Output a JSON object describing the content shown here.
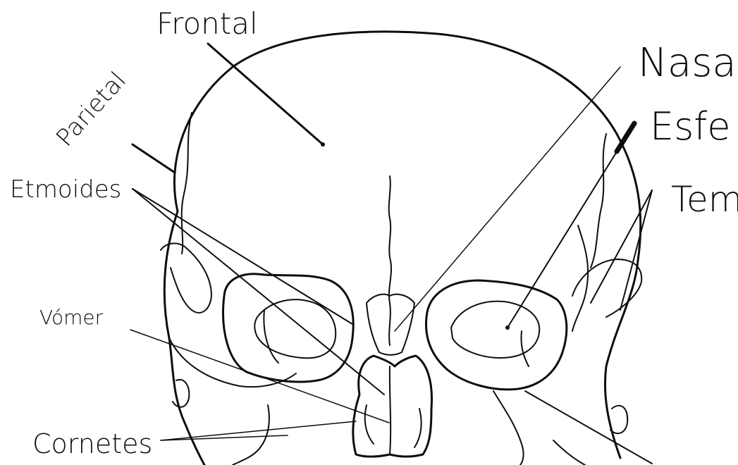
{
  "diagram": {
    "labels": {
      "frontal": "Frontal",
      "parietal": "Parietal",
      "etmoides": "Etmoides",
      "vomer": "Vómer",
      "cornetes": "Cornetes",
      "nasal": "Nasa",
      "esfenoides": "Esfe",
      "temporal": "Tem"
    },
    "ink_color": "#0d0d0d",
    "background": "#ffffff"
  }
}
